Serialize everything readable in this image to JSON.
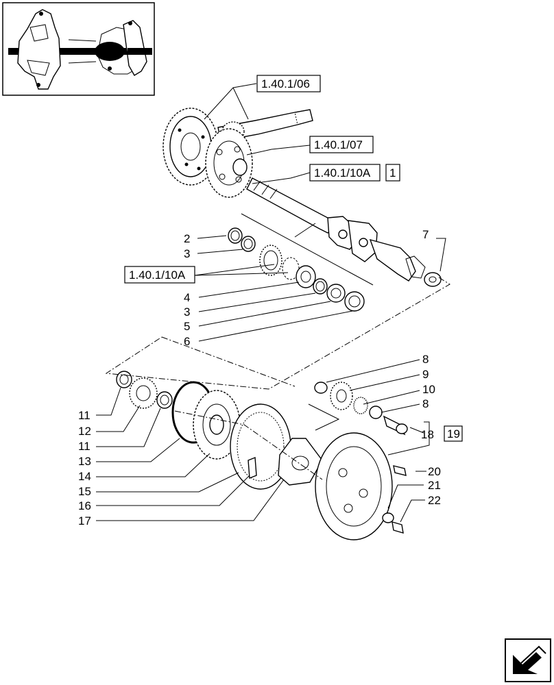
{
  "references": {
    "ref_1": "1.40.1/06",
    "ref_2": "1.40.1/07",
    "ref_3": "1.40.1/10A",
    "ref_3_box": "1",
    "ref_4": "1.40.1/10A",
    "ref_5_box": "19"
  },
  "labels": {
    "l2": "2",
    "l3a": "3",
    "l4": "4",
    "l3b": "3",
    "l5": "5",
    "l6": "6",
    "l7": "7",
    "l8a": "8",
    "l9": "9",
    "l10": "10",
    "l8b": "8",
    "l18": "18",
    "l11a": "11",
    "l12": "12",
    "l11b": "11",
    "l13": "13",
    "l14": "14",
    "l15": "15",
    "l16": "16",
    "l17": "17",
    "l20": "20",
    "l21": "21",
    "l22": "22"
  },
  "icons": {
    "thumbnail": "axle-assembly-thumbnail",
    "nav": "next-page-arrow-icon"
  }
}
